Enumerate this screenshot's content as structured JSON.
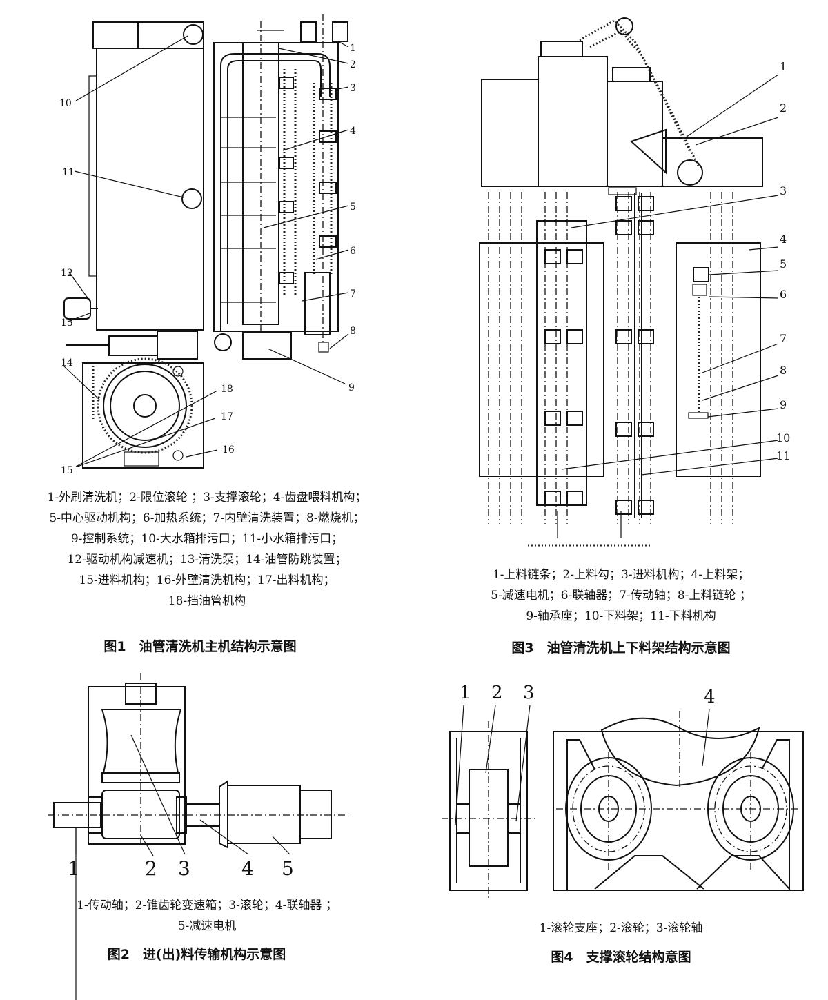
{
  "fig1": {
    "title": "图1　油管清洗机主机结构示意图",
    "legend_lines": [
      "1-外刷清洗机；2-限位滚轮 ；3-支撑滚轮；4-齿盘喂料机构；",
      "5-中心驱动机构；6-加热系统；7-内壁清洗装置；8-燃烧机；",
      "9-控制系统；10-大水箱排污口；11-小水箱排污口；",
      "12-驱动机构减速机；13-清洗泵；14-油管防跳装置；",
      "15-进料机构；16-外壁清洗机构；17-出料机构；",
      "18-挡油管机构"
    ],
    "labels": [
      "1",
      "2",
      "3",
      "4",
      "5",
      "6",
      "7",
      "8",
      "9",
      "10",
      "11",
      "12",
      "13",
      "14",
      "15",
      "16",
      "17",
      "18"
    ]
  },
  "fig2": {
    "title": "图2　进(出)料传输机构示意图",
    "legend_lines": [
      "1-传动轴；2-锥齿轮变速箱；3-滚轮；4-联轴器 ；",
      "5-减速电机"
    ],
    "labels": [
      "1",
      "2",
      "3",
      "4",
      "5"
    ]
  },
  "fig3": {
    "title": "图3　油管清洗机上下料架结构示意图",
    "legend_lines": [
      "1-上料链条；2-上料勾；3-进料机构；4-上料架；",
      "5-减速电机；6-联轴器；7-传动轴；8-上料链轮 ；",
      "9-轴承座；10-下料架；11-下料机构"
    ],
    "labels": [
      "1",
      "2",
      "3",
      "4",
      "5",
      "6",
      "7",
      "8",
      "9",
      "10",
      "11"
    ]
  },
  "fig4": {
    "title": "图4　支撑滚轮结构意图",
    "legend_lines": [
      "1-滚轮支座；2-滚轮；3-滚轮轴"
    ],
    "labels": [
      "1",
      "2",
      "3",
      "4"
    ]
  }
}
